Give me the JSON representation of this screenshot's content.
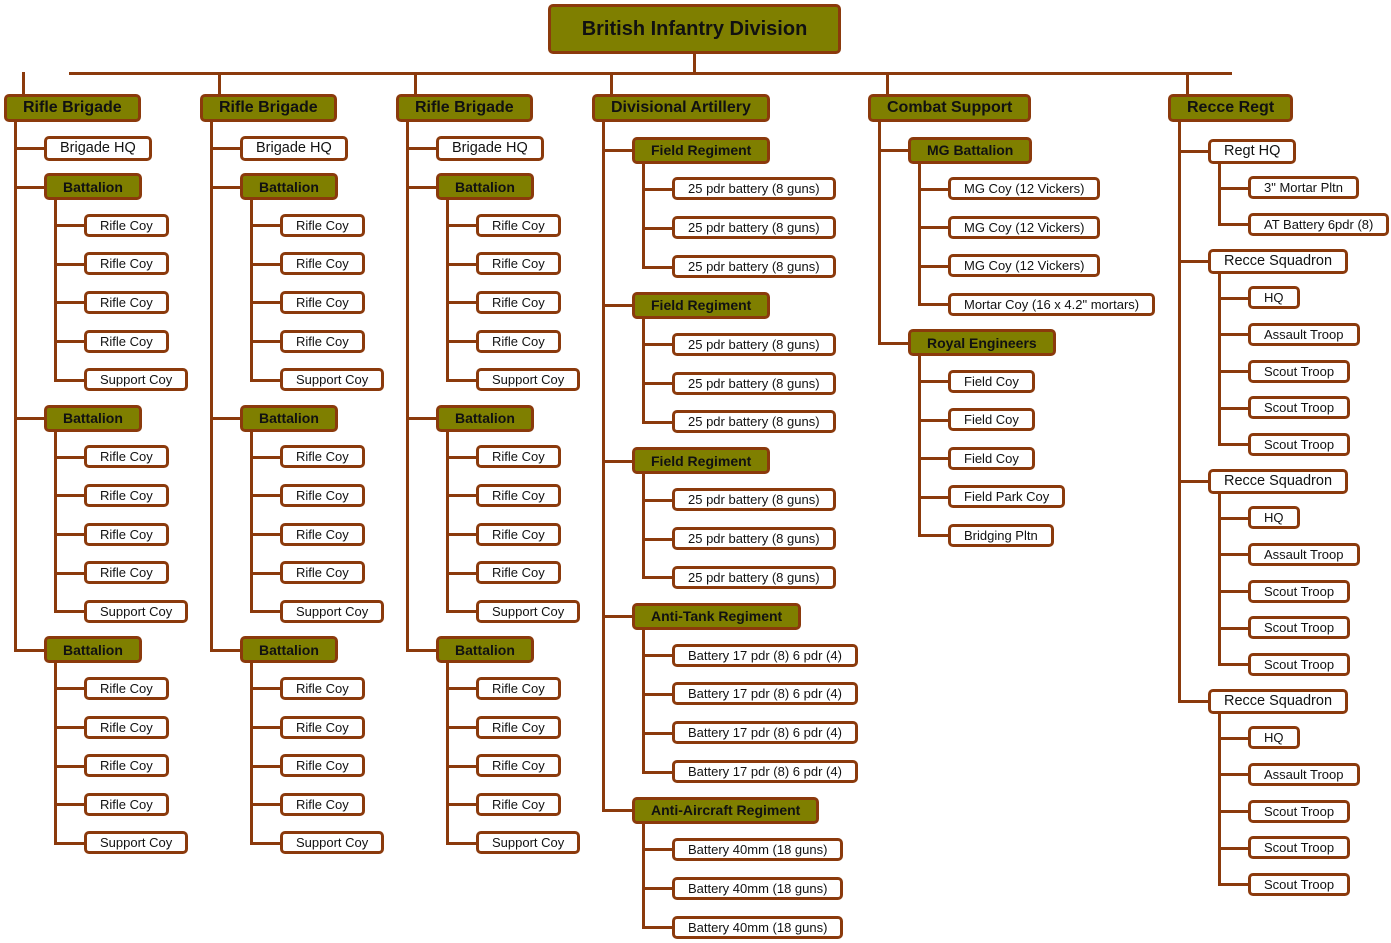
{
  "title": "British Infantry Division",
  "columns": [
    {
      "label": "Rifle Brigade",
      "children": [
        {
          "label": "Brigade HQ",
          "highlight": false,
          "children": []
        },
        {
          "label": "Battalion",
          "highlight": true,
          "children": [
            {
              "label": "Rifle Coy"
            },
            {
              "label": "Rifle Coy"
            },
            {
              "label": "Rifle Coy"
            },
            {
              "label": "Rifle Coy"
            },
            {
              "label": "Support Coy"
            }
          ]
        },
        {
          "label": "Battalion",
          "highlight": true,
          "children": [
            {
              "label": "Rifle Coy"
            },
            {
              "label": "Rifle Coy"
            },
            {
              "label": "Rifle Coy"
            },
            {
              "label": "Rifle Coy"
            },
            {
              "label": "Support Coy"
            }
          ]
        },
        {
          "label": "Battalion",
          "highlight": true,
          "children": [
            {
              "label": "Rifle Coy"
            },
            {
              "label": "Rifle Coy"
            },
            {
              "label": "Rifle Coy"
            },
            {
              "label": "Rifle Coy"
            },
            {
              "label": "Support Coy"
            }
          ]
        }
      ]
    },
    {
      "label": "Rifle Brigade",
      "children": [
        {
          "label": "Brigade HQ",
          "highlight": false,
          "children": []
        },
        {
          "label": "Battalion",
          "highlight": true,
          "children": [
            {
              "label": "Rifle Coy"
            },
            {
              "label": "Rifle Coy"
            },
            {
              "label": "Rifle Coy"
            },
            {
              "label": "Rifle Coy"
            },
            {
              "label": "Support Coy"
            }
          ]
        },
        {
          "label": "Battalion",
          "highlight": true,
          "children": [
            {
              "label": "Rifle Coy"
            },
            {
              "label": "Rifle Coy"
            },
            {
              "label": "Rifle Coy"
            },
            {
              "label": "Rifle Coy"
            },
            {
              "label": "Support Coy"
            }
          ]
        },
        {
          "label": "Battalion",
          "highlight": true,
          "children": [
            {
              "label": "Rifle Coy"
            },
            {
              "label": "Rifle Coy"
            },
            {
              "label": "Rifle Coy"
            },
            {
              "label": "Rifle Coy"
            },
            {
              "label": "Support Coy"
            }
          ]
        }
      ]
    },
    {
      "label": "Rifle Brigade",
      "children": [
        {
          "label": "Brigade HQ",
          "highlight": false,
          "children": []
        },
        {
          "label": "Battalion",
          "highlight": true,
          "children": [
            {
              "label": "Rifle Coy"
            },
            {
              "label": "Rifle Coy"
            },
            {
              "label": "Rifle Coy"
            },
            {
              "label": "Rifle Coy"
            },
            {
              "label": "Support Coy"
            }
          ]
        },
        {
          "label": "Battalion",
          "highlight": true,
          "children": [
            {
              "label": "Rifle Coy"
            },
            {
              "label": "Rifle Coy"
            },
            {
              "label": "Rifle Coy"
            },
            {
              "label": "Rifle Coy"
            },
            {
              "label": "Support Coy"
            }
          ]
        },
        {
          "label": "Battalion",
          "highlight": true,
          "children": [
            {
              "label": "Rifle Coy"
            },
            {
              "label": "Rifle Coy"
            },
            {
              "label": "Rifle Coy"
            },
            {
              "label": "Rifle Coy"
            },
            {
              "label": "Support Coy"
            }
          ]
        }
      ]
    },
    {
      "label": "Divisional Artillery",
      "children": [
        {
          "label": "Field Regiment",
          "highlight": true,
          "children": [
            {
              "label": "25 pdr battery (8 guns)"
            },
            {
              "label": "25 pdr battery (8 guns)"
            },
            {
              "label": "25 pdr battery (8 guns)"
            }
          ]
        },
        {
          "label": "Field Regiment",
          "highlight": true,
          "children": [
            {
              "label": "25 pdr battery (8 guns)"
            },
            {
              "label": "25 pdr battery (8 guns)"
            },
            {
              "label": "25 pdr battery (8 guns)"
            }
          ]
        },
        {
          "label": "Field Regiment",
          "highlight": true,
          "children": [
            {
              "label": "25 pdr battery (8 guns)"
            },
            {
              "label": "25 pdr battery (8 guns)"
            },
            {
              "label": "25 pdr battery (8 guns)"
            }
          ]
        },
        {
          "label": "Anti-Tank Regiment",
          "highlight": true,
          "children": [
            {
              "label": "Battery 17 pdr (8) 6 pdr (4)"
            },
            {
              "label": "Battery 17 pdr (8) 6 pdr (4)"
            },
            {
              "label": "Battery 17 pdr (8) 6 pdr (4)"
            },
            {
              "label": "Battery 17 pdr (8) 6 pdr (4)"
            }
          ]
        },
        {
          "label": "Anti-Aircraft Regiment",
          "highlight": true,
          "children": [
            {
              "label": "Battery 40mm (18 guns)"
            },
            {
              "label": "Battery 40mm (18 guns)"
            },
            {
              "label": "Battery 40mm (18 guns)"
            }
          ]
        }
      ]
    },
    {
      "label": "Combat Support",
      "children": [
        {
          "label": "MG Battalion",
          "highlight": true,
          "children": [
            {
              "label": "MG Coy (12 Vickers)"
            },
            {
              "label": "MG Coy (12 Vickers)"
            },
            {
              "label": "MG Coy (12 Vickers)"
            },
            {
              "label": "Mortar Coy (16 x 4.2\" mortars)"
            }
          ]
        },
        {
          "label": "Royal Engineers",
          "highlight": true,
          "children": [
            {
              "label": "Field Coy"
            },
            {
              "label": "Field Coy"
            },
            {
              "label": "Field Coy"
            },
            {
              "label": "Field Park Coy"
            },
            {
              "label": "Bridging Pltn"
            }
          ]
        }
      ]
    },
    {
      "label": "Recce Regt",
      "children": [
        {
          "label": "Regt HQ",
          "highlight": false,
          "children": [
            {
              "label": "3\" Mortar Pltn"
            },
            {
              "label": "AT Battery 6pdr (8)"
            }
          ]
        },
        {
          "label": "Recce Squadron",
          "highlight": false,
          "children": [
            {
              "label": "HQ"
            },
            {
              "label": "Assault Troop"
            },
            {
              "label": "Scout Troop"
            },
            {
              "label": "Scout Troop"
            },
            {
              "label": "Scout Troop"
            }
          ]
        },
        {
          "label": "Recce Squadron",
          "highlight": false,
          "children": [
            {
              "label": "HQ"
            },
            {
              "label": "Assault Troop"
            },
            {
              "label": "Scout Troop"
            },
            {
              "label": "Scout Troop"
            },
            {
              "label": "Scout Troop"
            }
          ]
        },
        {
          "label": "Recce Squadron",
          "highlight": false,
          "children": [
            {
              "label": "HQ"
            },
            {
              "label": "Assault Troop"
            },
            {
              "label": "Scout Troop"
            },
            {
              "label": "Scout Troop"
            },
            {
              "label": "Scout Troop"
            }
          ]
        }
      ]
    }
  ]
}
